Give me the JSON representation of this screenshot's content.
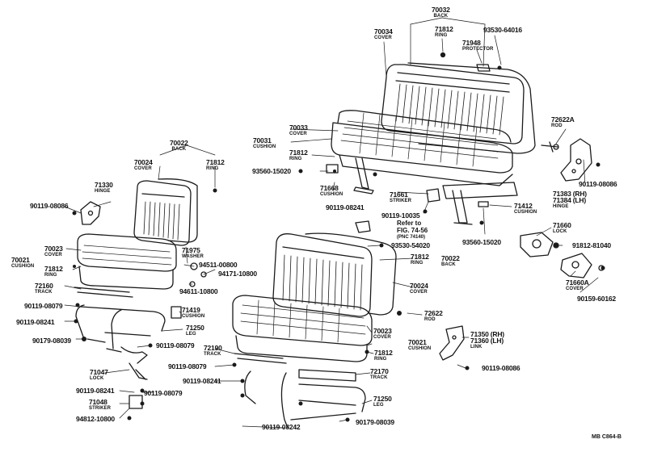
{
  "diagram_code": "MB C864-B",
  "refer_note": {
    "text": "Refer to",
    "fig": "FIG. 74-56",
    "pnc": "(PNC 74140)"
  },
  "callouts": [
    {
      "id": "c1",
      "code": "70032",
      "desc": "BACK"
    },
    {
      "id": "c2",
      "code": "70034",
      "desc": "COVER"
    },
    {
      "id": "c3",
      "code": "71812",
      "desc": "RING"
    },
    {
      "id": "c4",
      "code": "93530-64016",
      "desc": ""
    },
    {
      "id": "c5",
      "code": "71948",
      "desc": "PROTECTOR"
    },
    {
      "id": "c6",
      "code": "72622A",
      "desc": "ROD"
    },
    {
      "id": "c7",
      "code": "70033",
      "desc": "COVER"
    },
    {
      "id": "c8",
      "code": "70031",
      "desc": "CUSHION"
    },
    {
      "id": "c9",
      "code": "71812",
      "desc": "RING"
    },
    {
      "id": "c10",
      "code": "93560-15020",
      "desc": ""
    },
    {
      "id": "c11",
      "code": "71668",
      "desc": "CUSHION"
    },
    {
      "id": "c12",
      "code": "90119-08241",
      "desc": ""
    },
    {
      "id": "c13",
      "code": "71661",
      "desc": "STRIKER"
    },
    {
      "id": "c14",
      "code": "90119-10035",
      "desc": ""
    },
    {
      "id": "c15",
      "code": "71412",
      "desc": "CUSHION"
    },
    {
      "id": "c16",
      "code": "90119-08086",
      "desc": ""
    },
    {
      "id": "c17",
      "code": "71383 (RH)",
      "desc": ""
    },
    {
      "id": "c18",
      "code": "71384 (LH)",
      "desc": "HINGE"
    },
    {
      "id": "c19",
      "code": "70022",
      "desc": "BACK"
    },
    {
      "id": "c20",
      "code": "70024",
      "desc": "COVER"
    },
    {
      "id": "c21",
      "code": "71812",
      "desc": "RING"
    },
    {
      "id": "c22",
      "code": "71330",
      "desc": "HINGE"
    },
    {
      "id": "c23",
      "code": "90119-08086",
      "desc": ""
    },
    {
      "id": "c24",
      "code": "70023",
      "desc": "COVER"
    },
    {
      "id": "c25",
      "code": "70021",
      "desc": "CUSHION"
    },
    {
      "id": "c26",
      "code": "71812",
      "desc": "RING"
    },
    {
      "id": "c27",
      "code": "71975",
      "desc": "WASHER"
    },
    {
      "id": "c28",
      "code": "94511-00800",
      "desc": ""
    },
    {
      "id": "c29",
      "code": "94171-10800",
      "desc": ""
    },
    {
      "id": "c30",
      "code": "94611-10800",
      "desc": ""
    },
    {
      "id": "c31",
      "code": "72160",
      "desc": "TRACK"
    },
    {
      "id": "c32",
      "code": "90119-08079",
      "desc": ""
    },
    {
      "id": "c33",
      "code": "90119-08241",
      "desc": ""
    },
    {
      "id": "c34",
      "code": "90179-08039",
      "desc": ""
    },
    {
      "id": "c35",
      "code": "71419",
      "desc": "CUSHION"
    },
    {
      "id": "c36",
      "code": "71250",
      "desc": "LEG"
    },
    {
      "id": "c37",
      "code": "90119-08079",
      "desc": ""
    },
    {
      "id": "c38",
      "code": "71047",
      "desc": "LOCK"
    },
    {
      "id": "c39",
      "code": "90119-08241",
      "desc": ""
    },
    {
      "id": "c40",
      "code": "90119-08079",
      "desc": ""
    },
    {
      "id": "c41",
      "code": "71048",
      "desc": "STRIKER"
    },
    {
      "id": "c42",
      "code": "94812-10800",
      "desc": ""
    },
    {
      "id": "c43",
      "code": "93560-15020",
      "desc": ""
    },
    {
      "id": "c44",
      "code": "71660",
      "desc": "LOCK"
    },
    {
      "id": "c45",
      "code": "91812-81040",
      "desc": ""
    },
    {
      "id": "c46",
      "code": "71660A",
      "desc": "COVER"
    },
    {
      "id": "c47",
      "code": "90159-60162",
      "desc": ""
    },
    {
      "id": "c48",
      "code": "93530-54020",
      "desc": ""
    },
    {
      "id": "c49",
      "code": "71812",
      "desc": "RING"
    },
    {
      "id": "c50",
      "code": "70022",
      "desc": "BACK"
    },
    {
      "id": "c51",
      "code": "70024",
      "desc": "COVER"
    },
    {
      "id": "c52",
      "code": "72622",
      "desc": "ROD"
    },
    {
      "id": "c53",
      "code": "70023",
      "desc": "COVER"
    },
    {
      "id": "c54",
      "code": "70021",
      "desc": "CUSHION"
    },
    {
      "id": "c55",
      "code": "71812",
      "desc": "RING"
    },
    {
      "id": "c56",
      "code": "72190",
      "desc": "TRACK"
    },
    {
      "id": "c57",
      "code": "90119-08079",
      "desc": ""
    },
    {
      "id": "c58",
      "code": "90119-08241",
      "desc": ""
    },
    {
      "id": "c59",
      "code": "72170",
      "desc": "TRACK"
    },
    {
      "id": "c60",
      "code": "71250",
      "desc": "LEG"
    },
    {
      "id": "c61",
      "code": "90119-08242",
      "desc": ""
    },
    {
      "id": "c62",
      "code": "90179-08039",
      "desc": ""
    },
    {
      "id": "c63",
      "code": "71350 (RH)",
      "desc": ""
    },
    {
      "id": "c64",
      "code": "71360 (LH)",
      "desc": "LINK"
    },
    {
      "id": "c65",
      "code": "90119-08086",
      "desc": ""
    }
  ]
}
